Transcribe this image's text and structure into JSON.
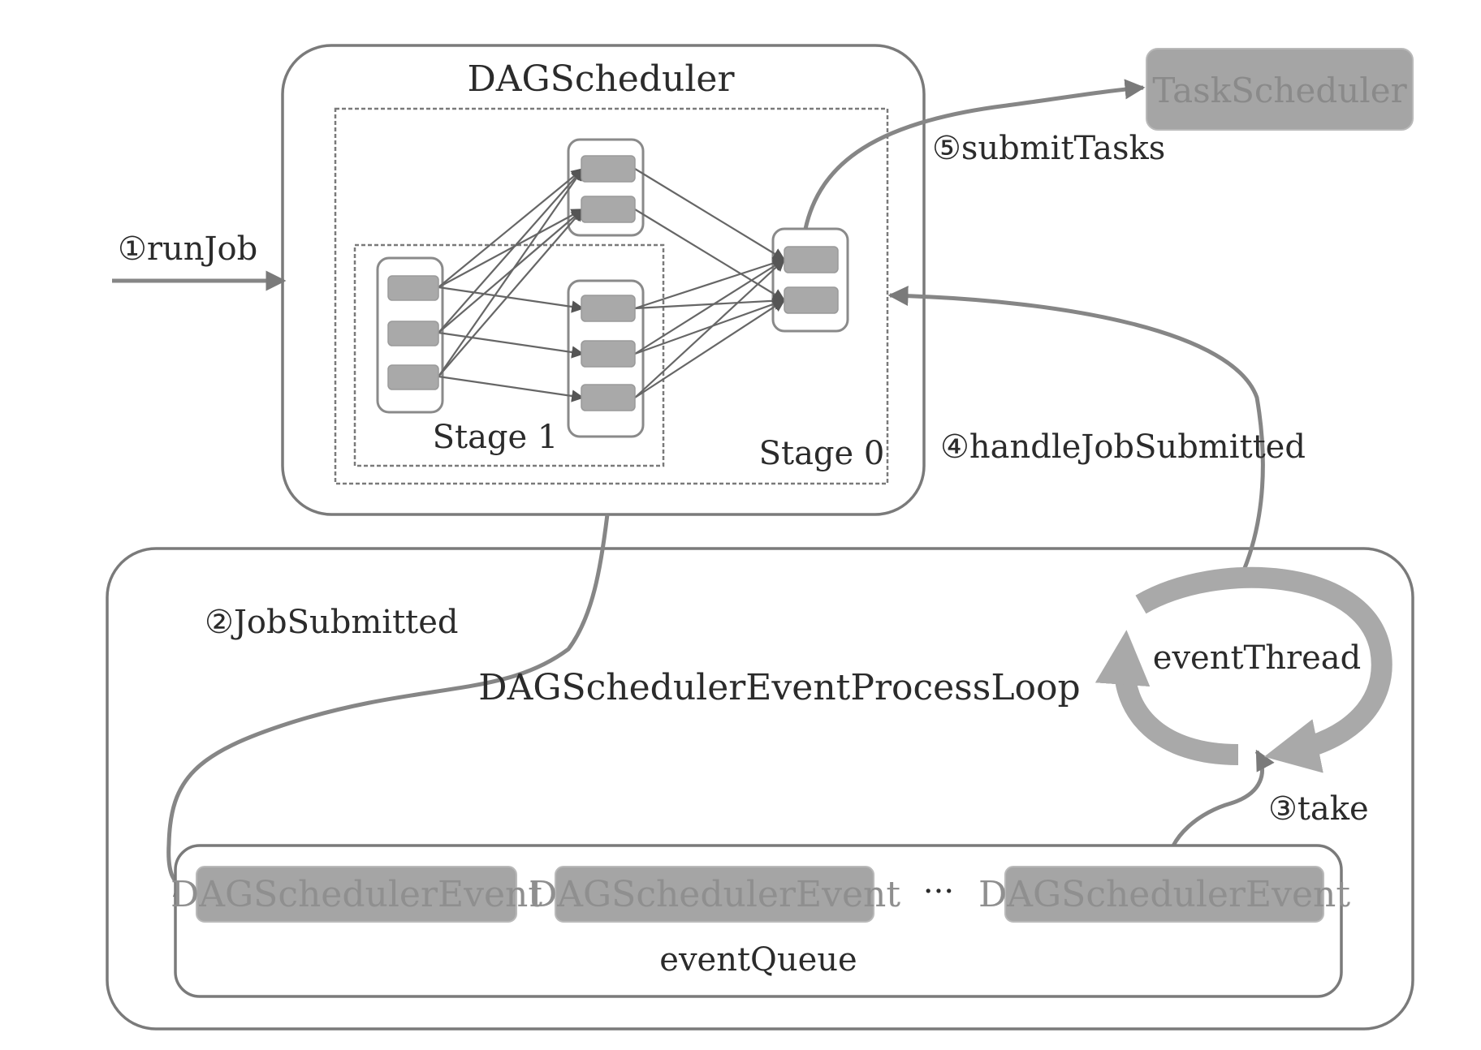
{
  "dag_scheduler": {
    "title": "DAGScheduler",
    "stage1_label": "Stage 1",
    "stage0_label": "Stage 0"
  },
  "task_scheduler": {
    "label": "TaskScheduler"
  },
  "event_loop": {
    "title": "DAGSchedulerEventProcessLoop",
    "event_thread_label": "eventThread",
    "event_queue_label": "eventQueue",
    "events": [
      "DAGSchedulerEvent",
      "DAGSchedulerEvent",
      "DAGSchedulerEvent"
    ],
    "ellipsis": "···"
  },
  "steps": {
    "run_job": "①runJob",
    "job_submitted": "②JobSubmitted",
    "take": "③take",
    "handle_job_submitted": "④handleJobSubmitted",
    "submit_tasks": "⑤submitTasks"
  },
  "colors": {
    "frame_stroke": "#7a7a7a",
    "partition_fill": "#a9a9a9",
    "event_box_fill": "#a5a5a5",
    "text": "#2b2b2b"
  }
}
